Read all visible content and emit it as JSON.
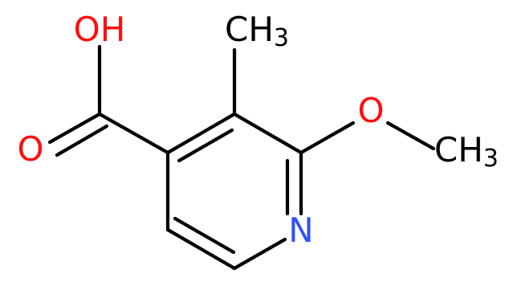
{
  "molecule": {
    "atoms": {
      "hydroxyl": {
        "text": "OH",
        "color": "#FF0D0D"
      },
      "carbonyl_oxygen": {
        "text": "O",
        "color": "#FF0D0D"
      },
      "ring_nitrogen": {
        "text": "N",
        "color": "#3050F8"
      },
      "ether_oxygen": {
        "text": "O",
        "color": "#FF0D0D"
      },
      "methyl_top": {
        "main": "CH",
        "sub": "3",
        "color": "#000000"
      },
      "methyl_right": {
        "main": "CH",
        "sub": "3",
        "color": "#000000"
      }
    },
    "bond_color": "#000000"
  }
}
